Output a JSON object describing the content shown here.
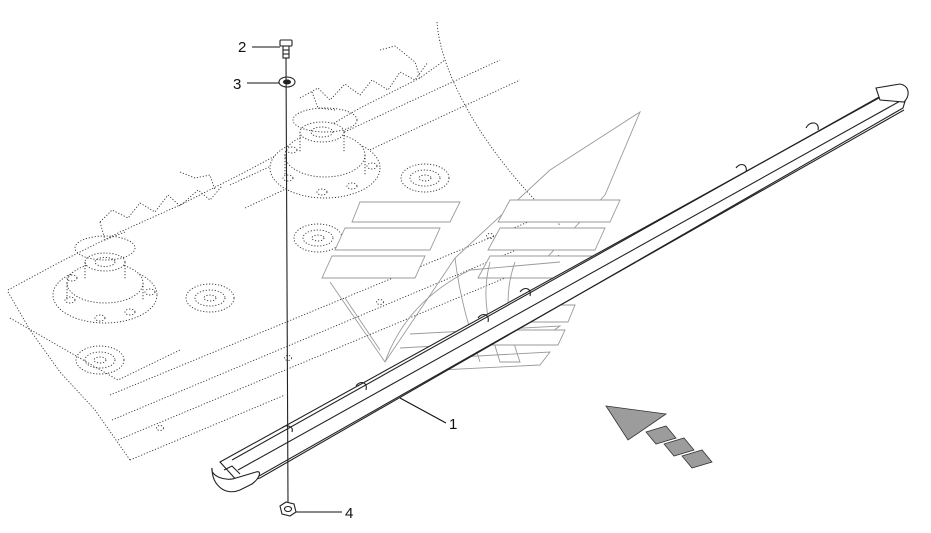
{
  "callouts": [
    {
      "id": "1"
    },
    {
      "id": "2"
    },
    {
      "id": "3"
    },
    {
      "id": "4"
    }
  ]
}
